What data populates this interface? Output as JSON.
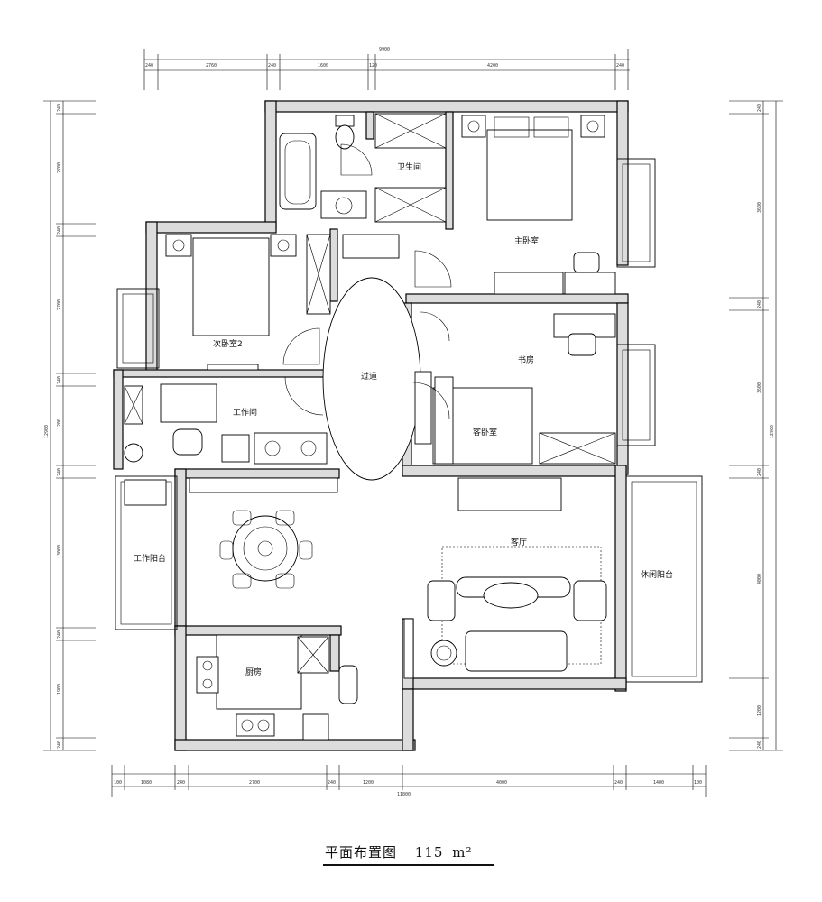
{
  "rooms": {
    "master_bedroom": "主卧室",
    "second_bedroom": "次卧室2",
    "bathroom": "卫生间",
    "utility": "工作间",
    "corridor": "过道",
    "study": "书房",
    "guest_bedroom": "客卧室",
    "living_room": "客厅",
    "service_balcony": "工作阳台",
    "leisure_balcony": "休闲阳台",
    "kitchen": "厨房"
  },
  "dimensions": {
    "top": [
      "240",
      "2760",
      "240",
      "1600",
      "120",
      "4200",
      "240"
    ],
    "top_total": "9900",
    "bottom": [
      "100",
      "1080",
      "240",
      "2700",
      "240",
      "1200",
      "4000",
      "240",
      "1400",
      "100"
    ],
    "bottom_total": "11800",
    "left": [
      "240",
      "2700",
      "240",
      "2700",
      "240",
      "1200",
      "240",
      "3000",
      "240",
      "1900",
      "240"
    ],
    "left_total": "12900",
    "right": [
      "240",
      "3600",
      "240",
      "3600",
      "240",
      "4000",
      "1200",
      "240"
    ],
    "right_total": "12900"
  },
  "caption": {
    "title": "平面布置图",
    "area": "115",
    "unit": "m²"
  }
}
